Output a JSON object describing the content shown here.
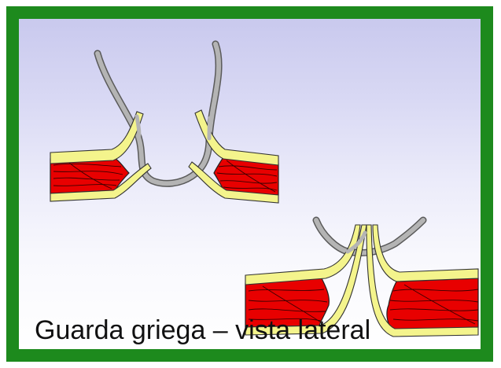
{
  "slide": {
    "caption": "Guarda griega – vista lateral"
  },
  "colors": {
    "frame": "#1d8a1d",
    "muscle": "#e80000",
    "fascia": "#f4f48c",
    "suture": "#a9a9a9"
  },
  "figures": [
    {
      "name": "suture-before-tightening"
    },
    {
      "name": "suture-tightened"
    }
  ]
}
